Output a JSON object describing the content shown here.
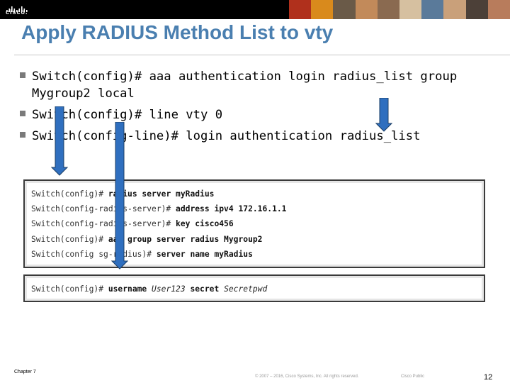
{
  "header": {
    "logo_text": "cisco.",
    "photo_colors": [
      "#b0301c",
      "#d98a1c",
      "#6a5a48",
      "#c28a5a",
      "#8a6a50",
      "#d6c0a0",
      "#5a7a9a",
      "#c9a07a",
      "#4c4038",
      "#b87c5c"
    ]
  },
  "slide": {
    "title": "Apply RADIUS Method List to vty",
    "bullets": [
      {
        "line1": "Switch(config)# aaa authentication login radius_list group",
        "line2": "Mygroup2 local"
      },
      {
        "line1": "Switch(config)# line vty 0"
      },
      {
        "line1": "Switch(config-line)# login authentication radius_list"
      }
    ]
  },
  "config_box1": {
    "lines": [
      {
        "prompt": "Switch(config)# ",
        "cmd": "radius server myRadius"
      },
      {
        "prompt": "Switch(config-radius-server)# ",
        "cmd": "address ipv4 172.16.1.1"
      },
      {
        "prompt": "Switch(config-radius-server)# ",
        "cmd": "key cisco456"
      },
      {
        "prompt": "Switch(config)# ",
        "cmd": "aaa group server radius Mygroup2"
      },
      {
        "prompt": "Switch(config sg-radius)# ",
        "cmd": "server name myRadius"
      }
    ]
  },
  "config_box2": {
    "prompt": "Switch(config)# ",
    "cmd1": "username ",
    "arg1": "User123",
    "cmd2": " secret ",
    "arg2": "Secretpwd"
  },
  "footer": {
    "chapter": "Chapter 7",
    "copyright": "© 2007 – 2016, Cisco Systems, Inc. All rights reserved.",
    "classification": "Cisco Public",
    "page_number": "12"
  },
  "colors": {
    "title": "#4a7fb0",
    "arrow": "#2f6fbf",
    "arrow_outline": "#1d3f66"
  }
}
